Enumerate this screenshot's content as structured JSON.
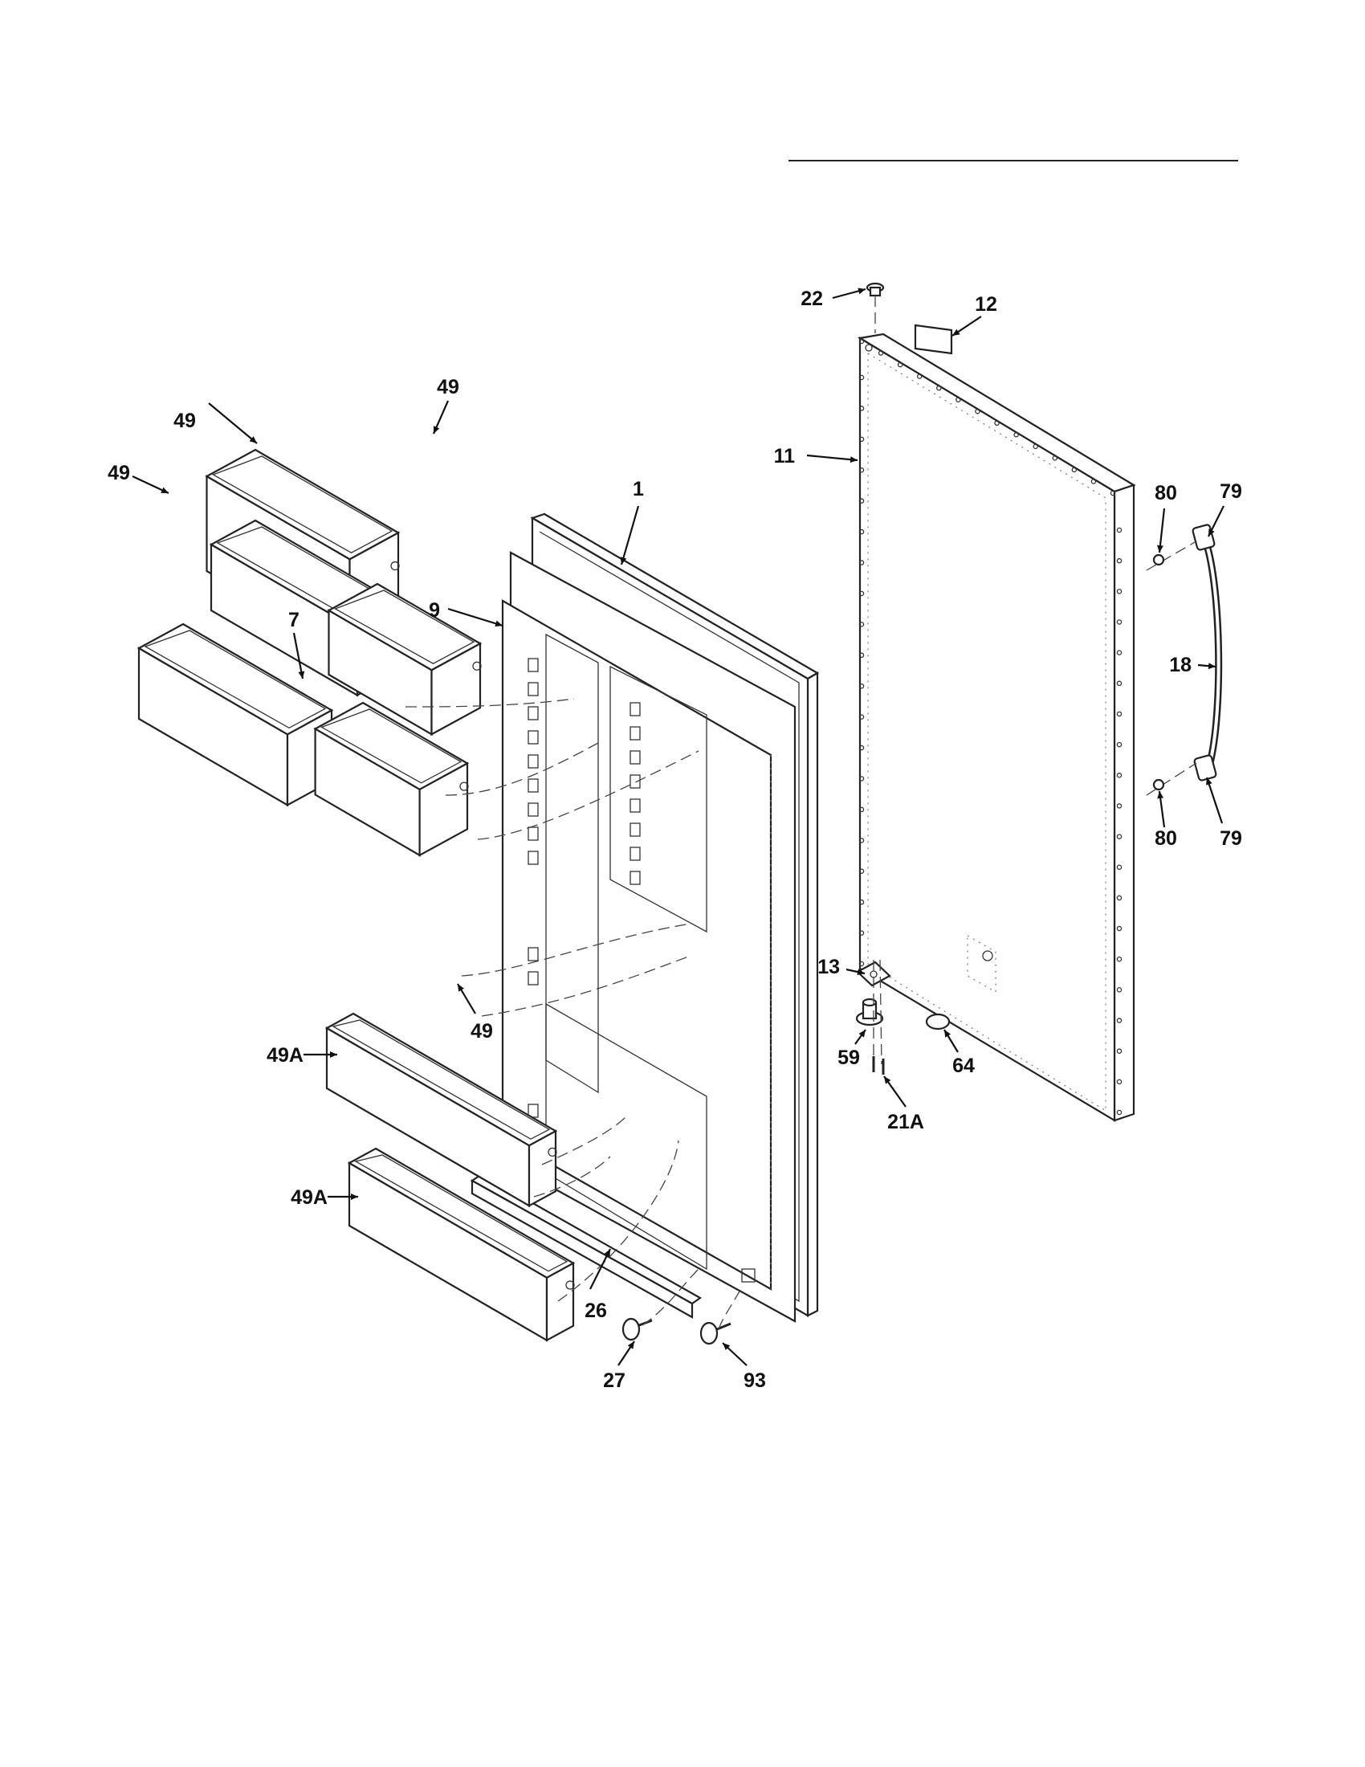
{
  "diagram": {
    "callouts": {
      "p1": "1",
      "p7": "7",
      "p9": "9",
      "p11": "11",
      "p12": "12",
      "p13": "13",
      "p18": "18",
      "p21a": "21A",
      "p22": "22",
      "p26": "26",
      "p27": "27",
      "p49a": "49",
      "p49b": "49",
      "p49c": "49",
      "p49d": "49",
      "p49A1": "49A",
      "p49A2": "49A",
      "p59": "59",
      "p64": "64",
      "p79top": "79",
      "p79bot": "79",
      "p80top": "80",
      "p80bot": "80",
      "p93": "93"
    }
  }
}
